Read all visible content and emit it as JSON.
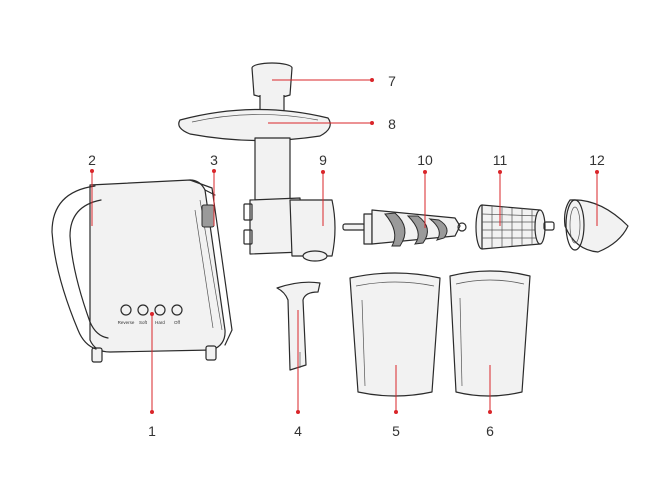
{
  "accent_color": "#d9252a",
  "callouts": [
    {
      "num": "1",
      "part": "motor-base"
    },
    {
      "num": "2",
      "part": "handle"
    },
    {
      "num": "3",
      "part": "drive-shaft"
    },
    {
      "num": "4",
      "part": "cleaning-brush"
    },
    {
      "num": "5",
      "part": "juice-cup"
    },
    {
      "num": "6",
      "part": "pulp-cup"
    },
    {
      "num": "7",
      "part": "food-pusher"
    },
    {
      "num": "8",
      "part": "feeding-tray"
    },
    {
      "num": "9",
      "part": "juicing-head"
    },
    {
      "num": "10",
      "part": "auger"
    },
    {
      "num": "11",
      "part": "filter-screen"
    },
    {
      "num": "12",
      "part": "end-cap"
    }
  ],
  "buttons": [
    "Reverse",
    "Soft",
    "Hard",
    "Off"
  ]
}
